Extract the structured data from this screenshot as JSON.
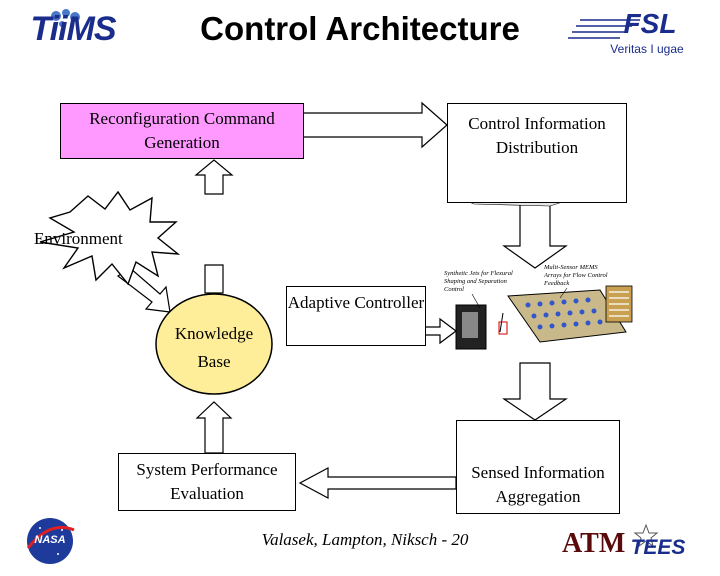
{
  "header": {
    "title": "Control Architecture",
    "logo_left": "TiiMS",
    "logo_right": "FSL",
    "logo_right_motto": "Veritas I ugae"
  },
  "nodes": {
    "reconfig": "Reconfiguration Command Generation",
    "control_info": "Control Information Distribution",
    "environment": "Environment",
    "knowledge_base": "Knowledge Base",
    "adaptive_controller": "Adaptive Controller",
    "system_perf": "System Performance Evaluation",
    "sensed_info": "Sensed Information Aggregation"
  },
  "annotations": {
    "synthetic_jets": "Synthetic Jets for Flexural Shaping and Separation Control",
    "mems_arrays": "Multi-Sensor MEMS Arrays for Flow Control Feedback"
  },
  "footer": {
    "credit": "Valasek, Lampton, Niksch - 20",
    "logo_nasa": "NASA",
    "logo_tamu": "ATM",
    "logo_tees": "TEES"
  },
  "colors": {
    "reconfig_fill": "#ff99ff",
    "knowledge_fill": "#ffee99",
    "logo_blue": "#1a2c8c"
  }
}
